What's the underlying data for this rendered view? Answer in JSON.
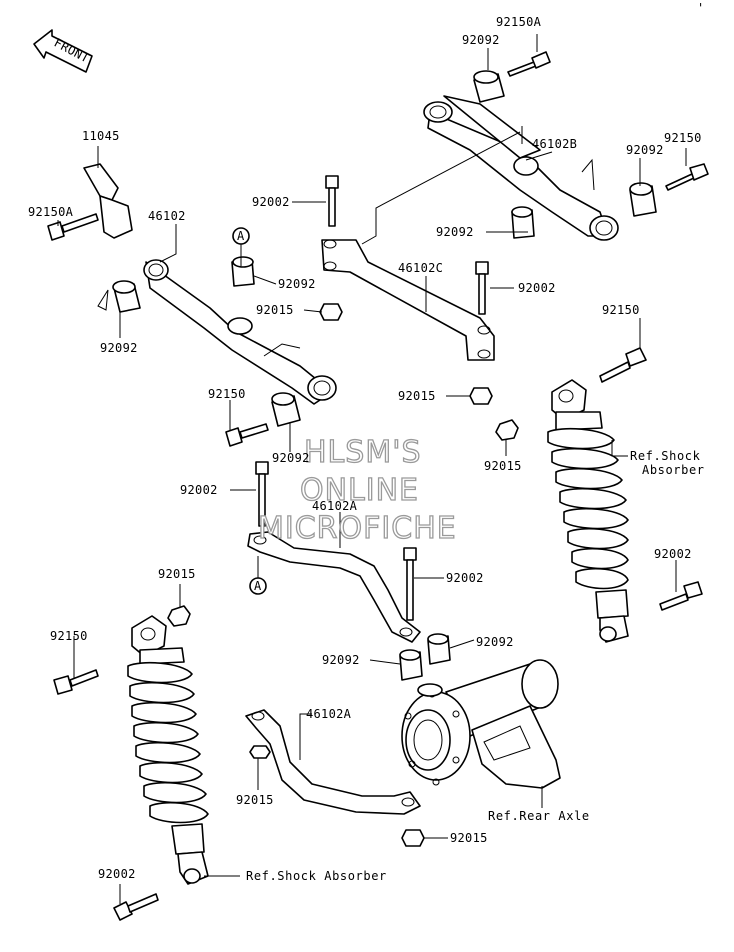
{
  "front_arrow": {
    "label": "FRONT"
  },
  "callout_marker": "A",
  "watermark": {
    "line1": "HLSM'S",
    "line2": "ONLINE",
    "line3": "MICROFICHE"
  },
  "parts": {
    "p_92150A_top": "92150A",
    "p_92092_top": "92092",
    "p_46102B": "46102B",
    "p_92150_top_right": "92150",
    "p_92092_top_right": "92092",
    "p_11045": "11045",
    "p_92150A_left": "92150A",
    "p_46102": "46102",
    "p_92002_top": "92002",
    "p_92092_mid": "92092",
    "p_46102C": "46102C",
    "p_92092_center": "92092",
    "p_92015_center": "92015",
    "p_92002_right": "92002",
    "p_92092_left": "92092",
    "p_92150_right": "92150",
    "p_92015_right": "92015",
    "p_92150_mid": "92150",
    "p_92092_lower": "92092",
    "p_92015_shock": "92015",
    "p_92002_mid": "92002",
    "p_46102A_upper": "46102A",
    "p_92002_right_shock": "92002",
    "p_92002_center_low": "92002",
    "p_92015_left_top": "92015",
    "p_92150_left": "92150",
    "p_92092_bush_r": "92092",
    "p_92092_bush_l": "92092",
    "p_46102A_lower": "46102A",
    "p_92015_lower_left": "92015",
    "p_92015_lower_right": "92015",
    "p_92002_bottom": "92002"
  },
  "references": {
    "shock_right_line1": "Ref.Shock",
    "shock_right_line2": "Absorber",
    "rear_axle": "Ref.Rear Axle",
    "shock_left": "Ref.Shock Absorber"
  }
}
